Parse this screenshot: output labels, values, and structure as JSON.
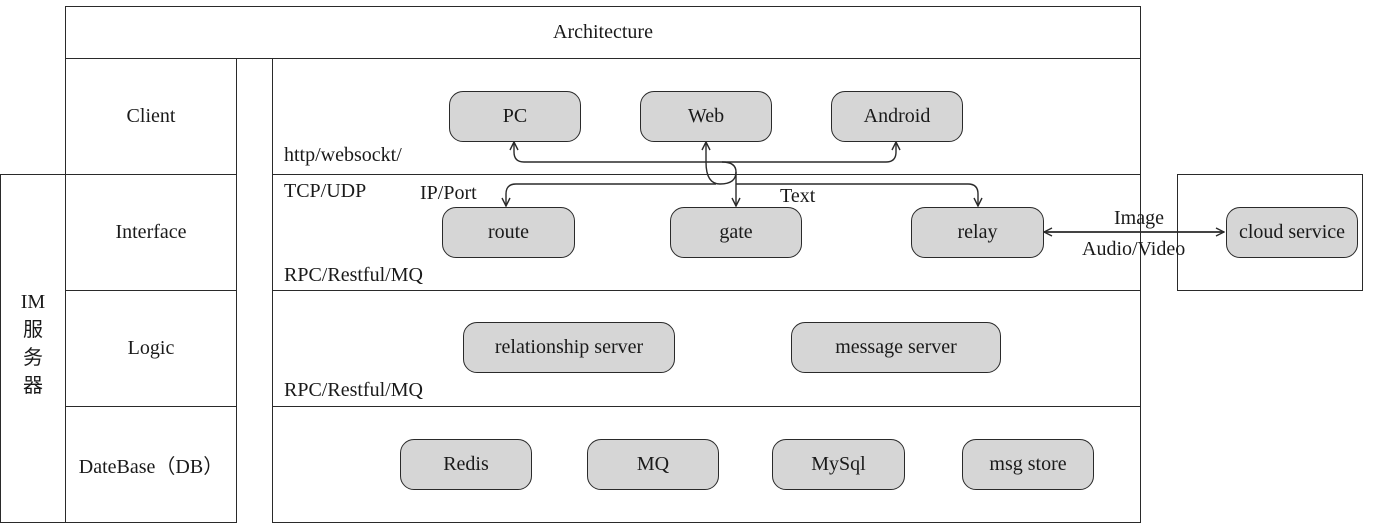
{
  "header": {
    "title": "Architecture"
  },
  "side_group": {
    "line1": "IM",
    "line2": "服",
    "line3": "务",
    "line4": "器"
  },
  "layers": {
    "client": "Client",
    "interface": "Interface",
    "logic": "Logic",
    "database": "DateBase（DB）"
  },
  "client_nodes": {
    "pc": "PC",
    "web": "Web",
    "android": "Android"
  },
  "interface_nodes": {
    "route": "route",
    "gate": "gate",
    "relay": "relay"
  },
  "logic_nodes": {
    "relationship": "relationship server",
    "message": "message server"
  },
  "db_nodes": {
    "redis": "Redis",
    "mq": "MQ",
    "mysql": "MySql",
    "msgstore": "msg store"
  },
  "external": {
    "cloud": "cloud service"
  },
  "protocols": {
    "http": "http/websockt/",
    "tcp": "TCP/UDP",
    "rpc1": "RPC/Restful/MQ",
    "rpc2": "RPC/Restful/MQ"
  },
  "edge_labels": {
    "ipport": "IP/Port",
    "text": "Text",
    "image": "Image",
    "av": "Audio/Video"
  }
}
